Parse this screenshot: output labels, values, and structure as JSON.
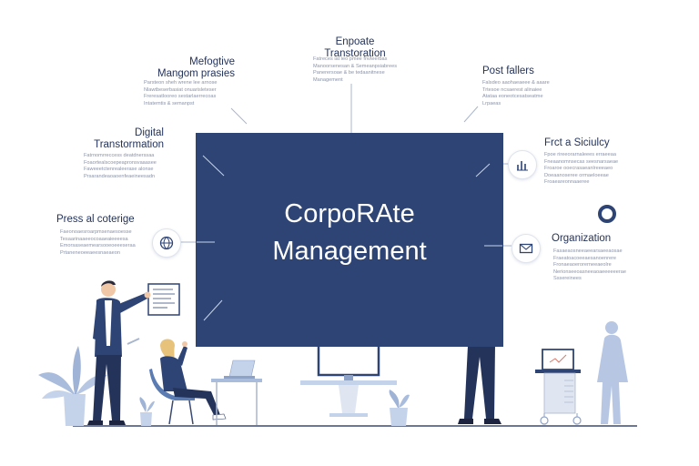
{
  "center": {
    "line1": "CorpoRAte",
    "line2": "Management"
  },
  "nodes": {
    "top": {
      "title1": "Enpoate",
      "title2": "Transtoration",
      "body": [
        "Fatreces iat ieo pmee fnvteerbas",
        "Manoorsenesan & Semeanpsiabrees",
        "Panerersoae & be tedaanitnese",
        "Management"
      ]
    },
    "top_left": {
      "title1": "Mefogtive",
      "title2": "Mangom prasies",
      "body": [
        "Parsteon sheh wrene lee arnose",
        "Nlawtbeserbasiat onuarisleteser",
        "Freresatlooreo sestarlaerrecoas",
        "Intatemtis & semanpst"
      ]
    },
    "top_right": {
      "title1": "Post fallers",
      "body": [
        "Falsdeo aaohaeaeee & aaare",
        "Trtesoe ncsaerest alinaiee",
        "Atataa eoneotcesatseatme",
        "Lrpaeas"
      ]
    },
    "mid_left": {
      "title1": "Digital",
      "title2": "Transtormation",
      "body": [
        "Fatrnomrreccess deatdnerssaa",
        "Foaortealscoepeapronsvaaasee",
        "Faweeetctenrealeerase alonse",
        "Prsarandeaoaoenfeaeineesadn"
      ]
    },
    "mid_right": {
      "title1": "Frct a Siciulcy",
      "body": [
        "Fpoe rireeorarnaleees erraeeaa",
        "Fneaanomnsecas seesnarsaeae",
        "Froaroe ooecrasaeanlreeeaeo",
        "Doeaanoseree ormaeloeeae",
        "Froaeareonnaaeree"
      ]
    },
    "left_lower": {
      "title1": "Press al coterige",
      "body": [
        "Faeonoaesroarpmsenaesoesse",
        "Tesaarinaaeeocoaaeaieeeesa",
        "Emorsaseaemearsooeoeeeseraa",
        "Prtaneneoeeaeesnaeaeon"
      ]
    },
    "right_lower": {
      "title1": "Organization",
      "body": [
        "Fasaeaosneeaeearsaeeaosae",
        "Fraeatoacoeeaesanoenrere",
        "Fronaeaoerorerneeaeolre",
        "Nerionseeoasneeaoaeeeeeerae",
        "Sssereinees"
      ]
    }
  },
  "colors": {
    "board": "#2e4474",
    "navy": "#24335a",
    "accent_blue": "#a9bcdc",
    "light_blue": "#c5d3ea",
    "skin": "#f0c8a8",
    "hair_blonde": "#e7c27a"
  },
  "icons": [
    "chart-icon",
    "globe-icon",
    "mail-icon",
    "ring-icon"
  ]
}
